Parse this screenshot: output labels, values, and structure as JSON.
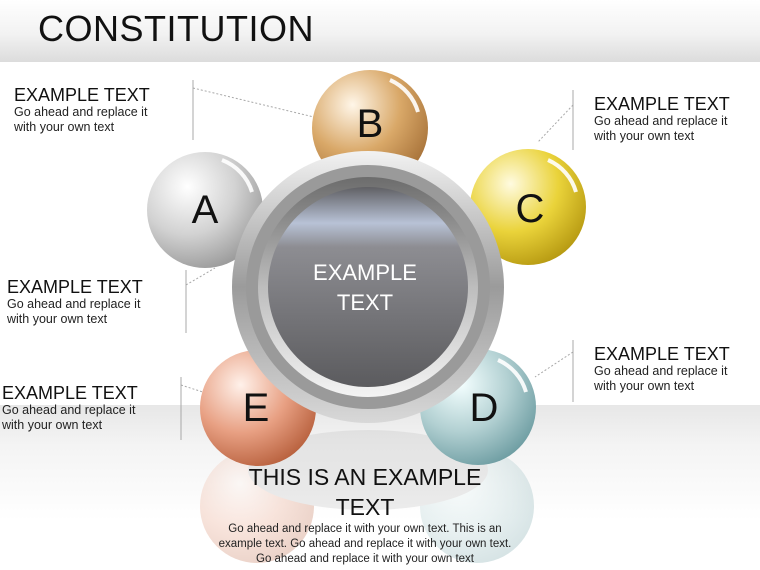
{
  "title": "CONSTITUTION",
  "center": {
    "line1": "EXAMPLE",
    "line2": "TEXT"
  },
  "balls": [
    {
      "letter": "A",
      "color": "#c9c9c9"
    },
    {
      "letter": "B",
      "color": "#d7a56a"
    },
    {
      "letter": "C",
      "color": "#e8cf33"
    },
    {
      "letter": "D",
      "color": "#a9c7c9"
    },
    {
      "letter": "E",
      "color": "#e59a7d"
    }
  ],
  "callouts": {
    "top_left": {
      "heading": "EXAMPLE TEXT",
      "line1": "Go ahead and replace it",
      "line2": "with your own text"
    },
    "mid_left": {
      "heading": "EXAMPLE TEXT",
      "line1": "Go ahead and replace it",
      "line2": "with your own text"
    },
    "bottom_left": {
      "heading": "EXAMPLE TEXT",
      "line1": "Go ahead and replace it",
      "line2": "with your own text"
    },
    "top_right": {
      "heading": "EXAMPLE TEXT",
      "line1": "Go ahead and replace it",
      "line2": "with your own text"
    },
    "bottom_right": {
      "heading": "EXAMPLE TEXT",
      "line1": "Go ahead and replace it",
      "line2": "with your own text"
    }
  },
  "bottom": {
    "heading_line1": "THIS IS AN EXAMPLE",
    "heading_line2": "TEXT",
    "body_line1": "Go ahead and replace it with your own text. This is an",
    "body_line2": "example text. Go ahead and replace it with your own text.",
    "body_line3": "Go ahead and replace it with your own text"
  }
}
